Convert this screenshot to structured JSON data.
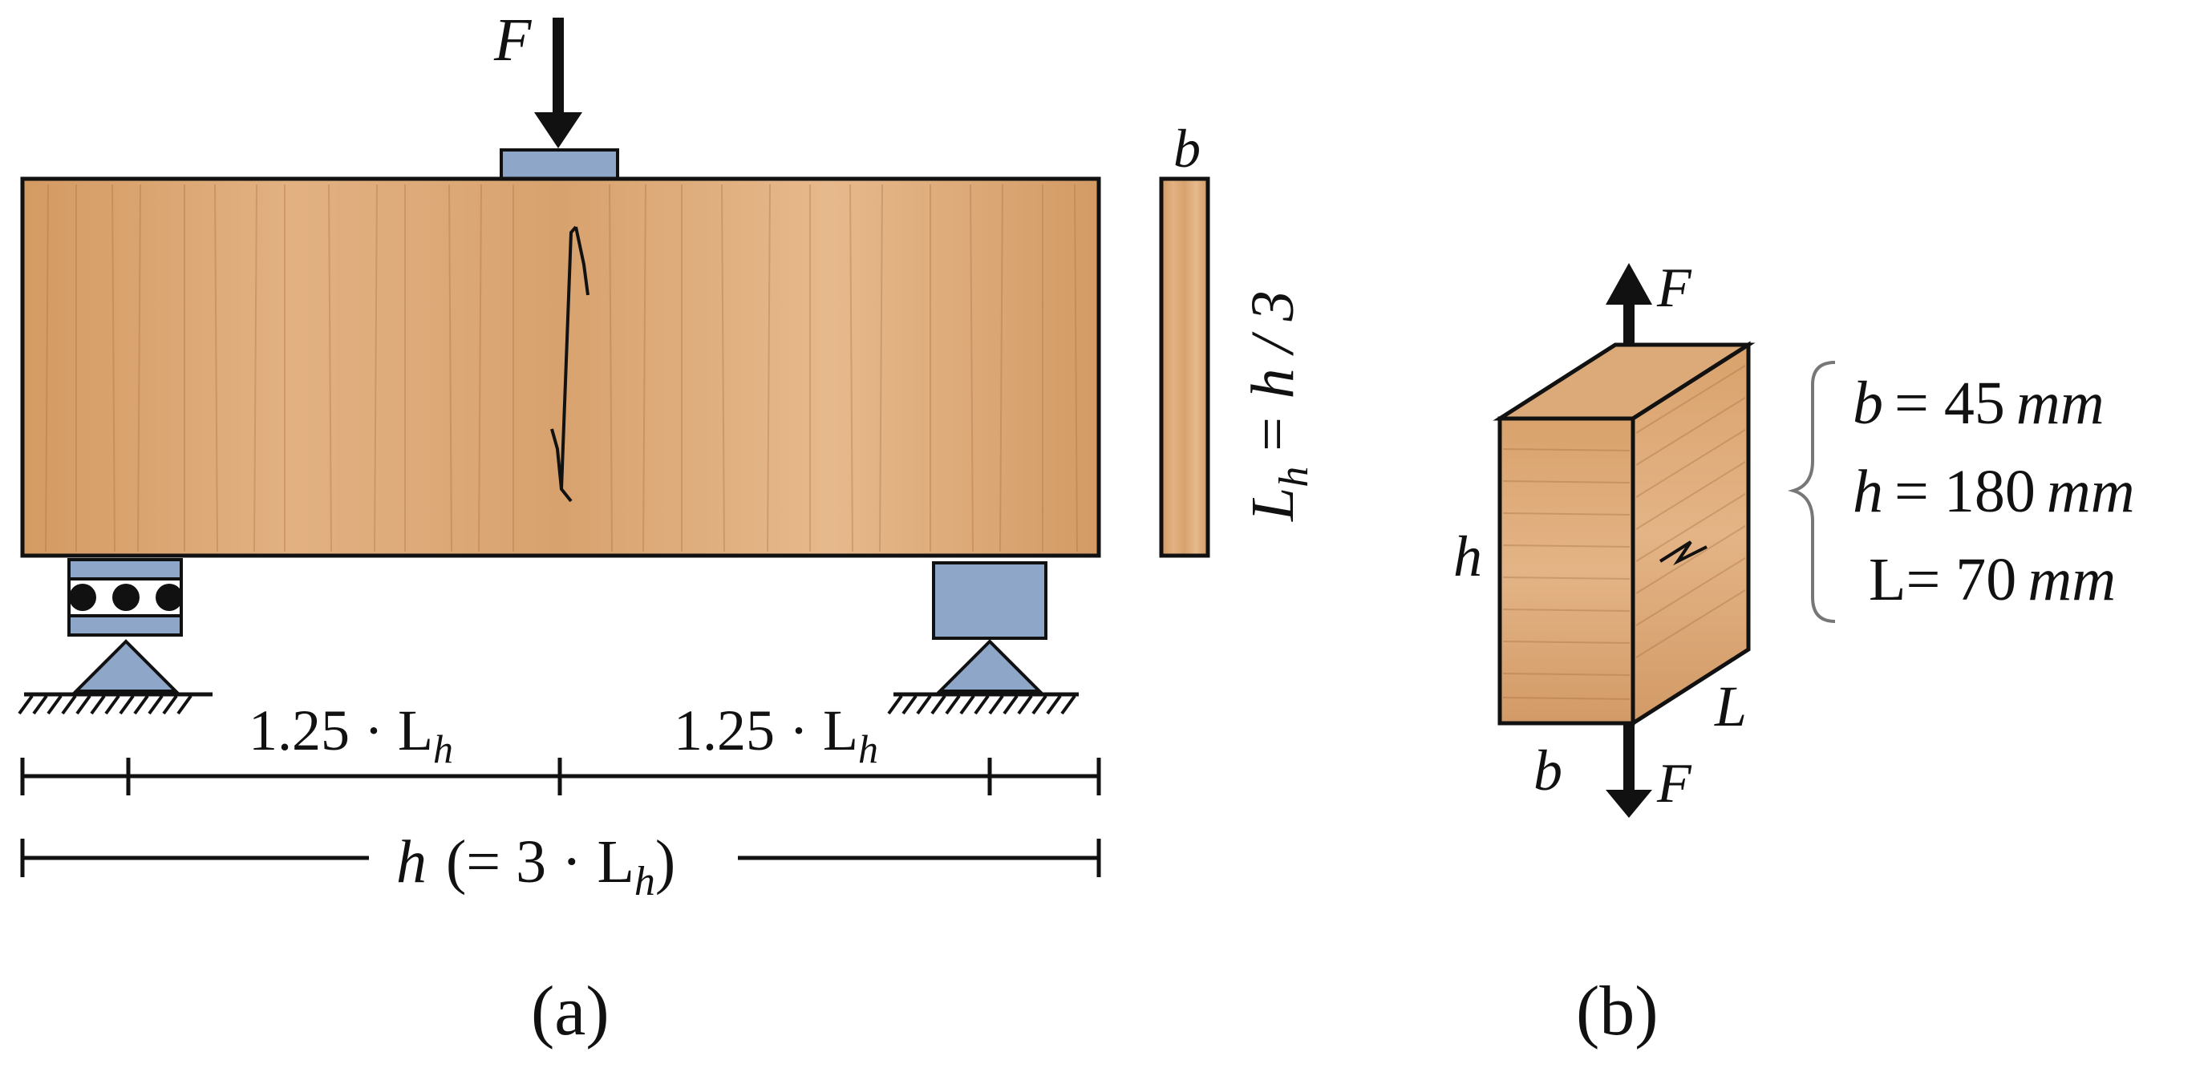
{
  "colors": {
    "wood_base": "#d9a470",
    "wood_light": "#e6b888",
    "wood_dark": "#b07a4a",
    "steel_plate": "#8ea6c8",
    "outline": "#111111",
    "background": "#ffffff"
  },
  "panel_a": {
    "caption": "(a)",
    "load_label": "F",
    "section_width_label": "b",
    "section_height_label": "L",
    "section_height_sub": "h",
    "section_height_rest": "= h / 3",
    "span_left_label": "1.25 · L",
    "span_left_sub": "h",
    "span_right_label": "1.25 · L",
    "span_right_sub": "h",
    "total_label_prefix": "h",
    "total_label_mid": "(= 3 · L",
    "total_label_sub": "h",
    "total_label_end": ")"
  },
  "panel_b": {
    "caption": "(b)",
    "force_top": "F",
    "force_bottom": "F",
    "height_label": "h",
    "width_label": "b",
    "length_label": "L",
    "dims": [
      {
        "symbol": "b",
        "value": "= 45",
        "unit": "mm"
      },
      {
        "symbol": "h",
        "value": "= 180",
        "unit": "mm"
      },
      {
        "symbol": "L",
        "value": "= 70",
        "unit": "mm"
      }
    ]
  },
  "icons": [
    "roller-support-icon",
    "pin-support-icon",
    "load-arrow-icon",
    "crack-icon"
  ]
}
